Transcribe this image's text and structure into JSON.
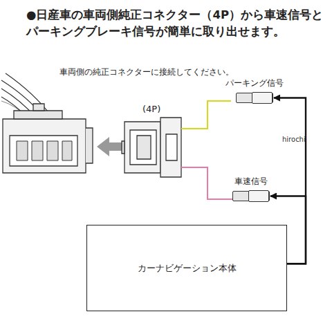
{
  "diagram": {
    "title": "●日産車の車両側純正コネクター（4P）から車速信号と パーキングブレーキ信号が簡単に取り出せます。",
    "nodes": [
      {
        "text": [
          "パーキング信号"
        ]
      },
      {
        "text": [
          "車速信号"
        ]
      },
      {
        "text": [
          "カーナビゲーション本体"
        ]
      }
    ],
    "edges": [
      {
        "from": 2,
        "to": 0,
        "arrow": "to"
      },
      {
        "from": 2,
        "to": 1,
        "arrow": "to"
      }
    ],
    "labels": [
      "車両側の純正コネクターに接続してください。",
      "(4P)",
      "hirochi"
    ]
  }
}
